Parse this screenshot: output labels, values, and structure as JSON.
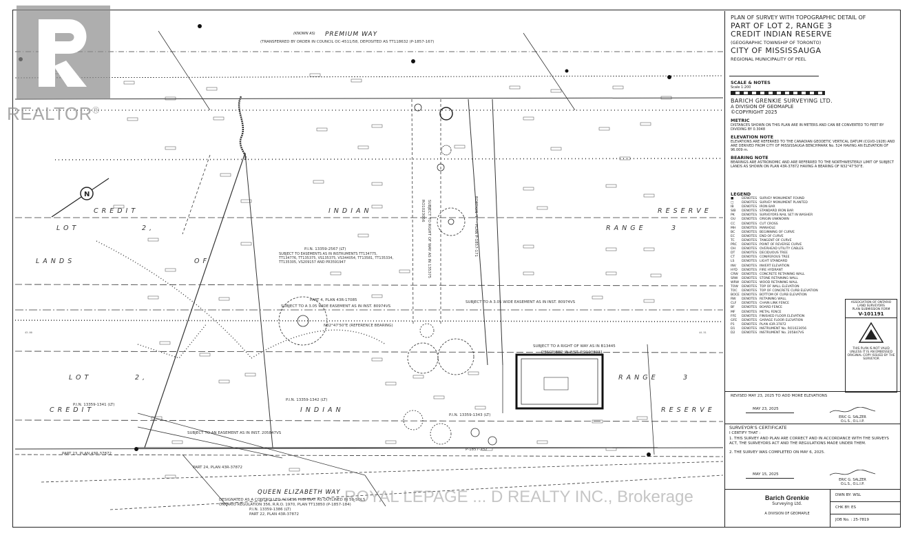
{
  "watermark": {
    "brand": "REALTOR",
    "registered_mark": "®"
  },
  "brokerage_overlay": "ROYAL LEPAGE ... D REALTY INC., Brokerage",
  "title_block": {
    "heading": "PLAN OF SURVEY WITH TOPOGRAPHIC DETAIL OF",
    "line1": "PART OF LOT 2, RANGE 3",
    "line2": "CREDIT INDIAN RESERVE",
    "line3": "(GEOGRAPHIC TOWNSHIP OF TORONTO)",
    "line4": "CITY OF MISSISSAUGA",
    "line5": "REGIONAL MUNICIPALITY OF PEEL",
    "scale_heading": "SCALE & NOTES",
    "scale": "Scale 1:200",
    "firm": "BARICH GRENKIE SURVEYING LTD.",
    "firm_division": "A DIVISION OF GEOMAPLE",
    "copyright": "©COPYRIGHT 2025",
    "metric_heading": "METRIC",
    "metric_text": "DISTANCES SHOWN ON THIS PLAN ARE IN METERS AND CAN BE CONVERTED TO FEET BY DIVIDING BY 0.3048",
    "elevation_heading": "ELEVATION NOTE",
    "elevation_text": "ELEVATIONS ARE REFERRED TO THE CANADIAN GEODETIC VERTICAL DATUM (CGVD-1928) AND ARE DERIVED FROM CITY OF MISSISSAUGA BENCHMARK No. 524 HAVING AN ELEVATION OF 96.009 m.",
    "bearing_heading": "BEARING NOTE",
    "bearing_text": "BEARINGS ARE ASTRONOMIC AND ARE REFERRED TO THE NORTHWESTERLY LIMIT OF SUBJECT LANDS AS SHOWN ON PLAN 43R-37872 HAVING A BEARING OF N32°47'50\"E.",
    "legend_heading": "LEGEND"
  },
  "legend": [
    {
      "sym": "■",
      "d": "DENOTES",
      "text": "SURVEY MONUMENT FOUND"
    },
    {
      "sym": "□",
      "d": "DENOTES",
      "text": "SURVEY MONUMENT PLANTED"
    },
    {
      "sym": "IB",
      "d": "DENOTES",
      "text": "IRON BAR"
    },
    {
      "sym": "SIB",
      "d": "DENOTES",
      "text": "STANDARD IRON BAR"
    },
    {
      "sym": "PK",
      "d": "DENOTES",
      "text": "SURVEYORS NAIL SET IN WASHER"
    },
    {
      "sym": "OU",
      "d": "DENOTES",
      "text": "ORIGIN UNKNOWN"
    },
    {
      "sym": "CC",
      "d": "DENOTES",
      "text": "CUT CROSS"
    },
    {
      "sym": "MH",
      "d": "DENOTES",
      "text": "MANHOLE"
    },
    {
      "sym": "BC",
      "d": "DENOTES",
      "text": "BEGINNING OF CURVE"
    },
    {
      "sym": "EC",
      "d": "DENOTES",
      "text": "END OF CURVE"
    },
    {
      "sym": "TC",
      "d": "DENOTES",
      "text": "TANGENT OF CURVE"
    },
    {
      "sym": "PRC",
      "d": "DENOTES",
      "text": "POINT OF REVERSE CURVE"
    },
    {
      "sym": "OH",
      "d": "DENOTES",
      "text": "OVERHEAD UTILITY CABLES"
    },
    {
      "sym": "DT",
      "d": "DENOTES",
      "text": "DECIDUOUS TREE"
    },
    {
      "sym": "CT",
      "d": "DENOTES",
      "text": "CONIFEROUS TREE"
    },
    {
      "sym": "LS",
      "d": "DENOTES",
      "text": "LIGHT STANDARD"
    },
    {
      "sym": "INV",
      "d": "DENOTES",
      "text": "INVERT ELEVATION"
    },
    {
      "sym": "HYD",
      "d": "DENOTES",
      "text": "FIRE HYDRANT"
    },
    {
      "sym": "CRW",
      "d": "DENOTES",
      "text": "CONCRETE RETAINING WALL"
    },
    {
      "sym": "SRW",
      "d": "DENOTES",
      "text": "STONE RETAINING WALL"
    },
    {
      "sym": "WRW",
      "d": "DENOTES",
      "text": "WOOD RETAINING WALL"
    },
    {
      "sym": "TOW",
      "d": "DENOTES",
      "text": "TOP OF WALL ELEVATION"
    },
    {
      "sym": "TOC",
      "d": "DENOTES",
      "text": "TOP OF CONCRETE CURB ELEVATION"
    },
    {
      "sym": "BOCE",
      "d": "DENOTES",
      "text": "BOTTOM OF CURB ELEVATION"
    },
    {
      "sym": "RW",
      "d": "DENOTES",
      "text": "RETAINING WALL"
    },
    {
      "sym": "CLF",
      "d": "DENOTES",
      "text": "CHAIN LINK FENCE"
    },
    {
      "sym": "BF",
      "d": "DENOTES",
      "text": "BOARD FENCE"
    },
    {
      "sym": "MF",
      "d": "DENOTES",
      "text": "METAL FENCE"
    },
    {
      "sym": "FFE",
      "d": "DENOTES",
      "text": "FINISHED FLOOR ELEVATION"
    },
    {
      "sym": "GFE",
      "d": "DENOTES",
      "text": "GARAGE FLOOR ELEVATION"
    },
    {
      "sym": "P1",
      "d": "DENOTES",
      "text": "PLAN 43R-37872"
    },
    {
      "sym": "D1",
      "d": "DENOTES",
      "text": "INSTRUMENT No. RO1023056"
    },
    {
      "sym": "D2",
      "d": "DENOTES",
      "text": "INSTRUMENT No. 205847VS"
    }
  ],
  "stamp": {
    "line1": "ASSOCIATION OF ONTARIO",
    "line2": "LAND SURVEYORS",
    "line3": "PLAN SUBMISSION FORM",
    "number": "V-101191",
    "foot": "THIS PLAN IS NOT VALID UNLESS IT IS AN EMBOSSED ORIGINAL COPY ISSUED BY THE SURVEYOR"
  },
  "revision": {
    "note": "REVISED MAY 23, 2025 TO ADD MORE ELEVATIONS",
    "date": "MAY 23, 2025",
    "surveyor": "ERIC G. SALZER",
    "surveyor_title": "O.L.S., O.L.I.P."
  },
  "certificate": {
    "heading": "SURVEYOR'S CERTIFICATE",
    "intro": "I CERTIFY THAT :",
    "item1": "1. THIS SURVEY AND PLAN ARE CORRECT AND IN ACCORDANCE WITH THE SURVEYS ACT, THE SURVEYORS ACT AND THE REGULATIONS MADE UNDER THEM.",
    "item2": "2. THE SURVEY WAS COMPLETED ON MAY 6, 2025.",
    "date": "MAY 15, 2025",
    "surveyor": "ERIC G. SALZER",
    "surveyor_title": "O.L.S., O.L.I.P."
  },
  "firm_block": {
    "logo_text": "Barich Grenkie",
    "logo_sub": "Surveying Ltd.",
    "division": "A DIVISION OF GEOMAPLE",
    "drawn": "DWN BY: WSL",
    "checked": "CHK BY: ES",
    "job": "JOB No. : 25-7819"
  },
  "plan": {
    "road_top_prefix": "(KNOWN AS)",
    "road_top": "PREMIUM WAY",
    "road_top_note": "(TRANSFERRED BY ORDER IN COUNCIL OC-4511/58, DEPOSITED AS TT118632 (P-1857-167)",
    "road_bottom": "QUEEN ELIZABETH WAY",
    "road_bottom_note1": "DESIGNATED AS A CONTROLLED ACCESS HIGHWAY AS OUTLINED IN 50-SOLS",
    "road_bottom_note2": "ONTARIO REGULATION 356, R.R.O. 1970, PLAN TT13850 (P-1857-184)",
    "road_bottom_pin": "P.I.N. 13359-1386 (LT)",
    "road_bottom_part": "PART 22, PLAN 43R-37872",
    "labels": {
      "credit": "CREDIT",
      "indian": "INDIAN",
      "reserve": "RESERVE",
      "lot": "LOT",
      "lot_num": "2,",
      "range": "RANGE",
      "range_num": "3",
      "lands": "LANDS",
      "of": "OF"
    },
    "pin_main": "P.I.N. 13359-2567 (LT)",
    "easement_main": "SUBJECT TO EASEMENTS AS IN INSTRUMENTS TT134775, TT134776, TT135375, VS135375, VS344054, TT13581, TT135334, TT135305, VS209157 AND PR3591947",
    "part4": "PART 4, PLAN 43R-17085",
    "ease_305a": "SUBJECT TO A 3.05 WIDE EASEMENT AS IN INST. 80974VS",
    "ease_305b": "SUBJECT TO A 3.05 WIDE EASEMENT AS IN INST. 80974VS",
    "bearing_ref": "N32°47'50\"E (REFERENCE BEARING)",
    "row": "SUBJECT TO A RIGHT OF WAY AS IN B13445",
    "row_desc": "DESCRIBED IN INST. RO1008031",
    "row_vertical": "SUBJECT TO RIGHT OF WAY AS IN 135375",
    "row_vertical2": "RO1023056",
    "portion_e": "PORTION \"E\" - PLAN P-1857-171",
    "pin_1341": "P.I.N. 13359-1341 (LT)",
    "pin_1342": "P.I.N. 13359-1342 (LT)",
    "pin_1343": "P.I.N. 13359-1343 (LT)",
    "ease_inst": "SUBJECT TO AN EASEMENT AS IN INST. 205847VS",
    "part23": "PART 23, PLAN 43R-37872",
    "part24": "PART 24, PLAN 43R-37872",
    "plan_p": "P-1857-232",
    "dist_43": "43.00",
    "dist_4451": "44.51",
    "headings": {
      "north_arrow": "N"
    }
  }
}
